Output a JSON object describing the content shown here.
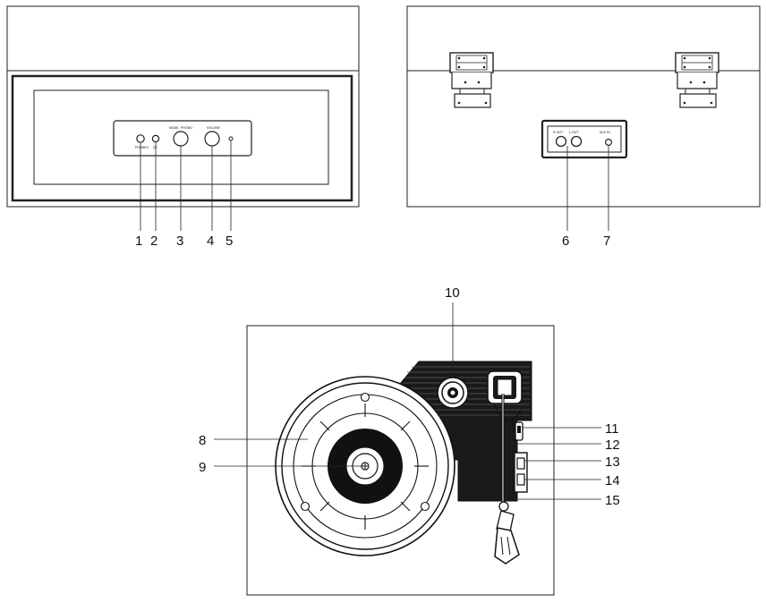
{
  "callouts": [
    {
      "num": "1",
      "name": "callout-1"
    },
    {
      "num": "2",
      "name": "callout-2"
    },
    {
      "num": "3",
      "name": "callout-3"
    },
    {
      "num": "4",
      "name": "callout-4"
    },
    {
      "num": "5",
      "name": "callout-5"
    },
    {
      "num": "6",
      "name": "callout-6"
    },
    {
      "num": "7",
      "name": "callout-7"
    },
    {
      "num": "8",
      "name": "callout-8"
    },
    {
      "num": "9",
      "name": "callout-9"
    },
    {
      "num": "10",
      "name": "callout-10"
    },
    {
      "num": "11",
      "name": "callout-11"
    },
    {
      "num": "12",
      "name": "callout-12"
    },
    {
      "num": "13",
      "name": "callout-13"
    },
    {
      "num": "14",
      "name": "callout-14"
    },
    {
      "num": "15",
      "name": "callout-15"
    }
  ],
  "panel_labels": {
    "phones": "PHONES",
    "dc": "DC",
    "mode": "MODE",
    "phono": "PHONO",
    "volume": "VOLUME",
    "r_out": "R-OUT",
    "l_out": "L-OUT",
    "aux_in": "AUX IN"
  }
}
